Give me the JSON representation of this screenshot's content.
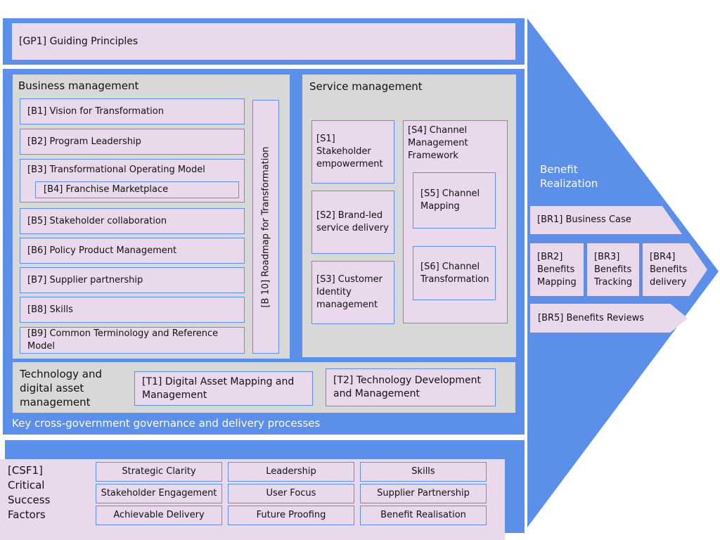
{
  "colors": {
    "blue": "#5b8fea",
    "pink": "#ead9ec",
    "grey": "#d8d8d8",
    "text": "#111111",
    "white": "#ffffff"
  },
  "guiding_principles": {
    "label": "[GP1]  Guiding Principles"
  },
  "business": {
    "title": "Business management",
    "items": [
      "[B1] Vision for Transformation",
      "[B2] Program Leadership",
      "[B3] Transformational Operating Model",
      "[B4] Franchise Marketplace",
      "[B5] Stakeholder collaboration",
      "[B6] Policy Product Management",
      "[B7] Supplier partnership",
      "[B8] Skills",
      "[B9] Common Terminology and Reference Model"
    ],
    "roadmap": "[B 10] Roadmap for Transformation"
  },
  "service": {
    "title": "Service management",
    "items": [
      "[S1] Stakeholder empowerment",
      "[S2] Brand-led service delivery",
      "[S3] Customer Identity management",
      "[S4] Channel Management Framework",
      "[S5] Channel Mapping",
      "[S6] Channel Transformation"
    ]
  },
  "technology": {
    "title": "Technology and digital asset management",
    "items": [
      "[T1] Digital Asset Mapping and Management",
      "[T2] Technology Development and Management"
    ]
  },
  "governance_caption": "Key cross-government governance and delivery processes",
  "benefit": {
    "title": "Benefit Realization",
    "items": [
      "[BR1] Business Case",
      "[BR2] Benefits Mapping",
      "[BR3] Benefits Tracking",
      "[BR4] Benefits delivery",
      "[BR5] Benefits Reviews"
    ]
  },
  "csf": {
    "title": "[CSF1] Critical Success Factors",
    "items": [
      "Strategic Clarity",
      "Leadership",
      "Skills",
      "Stakeholder Engagement",
      "User Focus",
      "Supplier Partnership",
      "Achievable Delivery",
      "Future Proofing",
      "Benefit Realisation"
    ]
  }
}
